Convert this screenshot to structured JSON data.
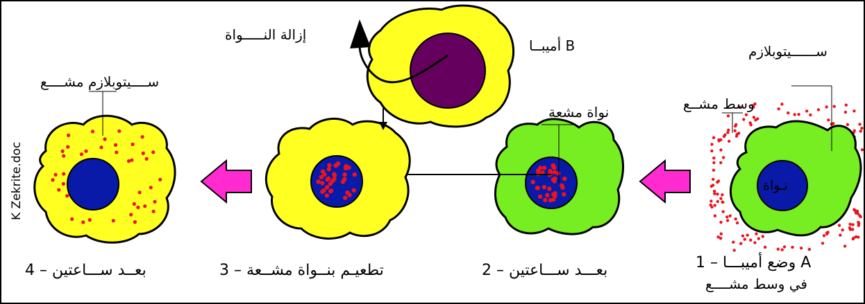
{
  "labels": {
    "cytoplasm": "ســــــيتوبلازم",
    "radioactive_medium": "وسط مشــع",
    "nucleus_inside": "نـواة",
    "radioactive_nucleus": "نواة  مشعة",
    "amoeba_b": "أميبــا  B",
    "nucleus_removal": "إزالة النـــــواة",
    "radioactive_cytoplasm": "ســــيتوبلازم مشــــع",
    "file_name": "K Zekrite.doc"
  },
  "steps": {
    "step1_line1": "1 – وضع أميبـــا  A",
    "step1_line2": "في وسط مشــــع",
    "step2": "2 – بعـــد ســـاعتين",
    "step3": "3 – تطعيـم بنــواة مشــعة",
    "step4": "4 – بعــد ســـاعتين"
  },
  "colors": {
    "green_cell": "#77ee22",
    "yellow_cell": "#ffff22",
    "nucleus_blue": "#0a1aa8",
    "nucleus_purple": "#66005e",
    "radioactive_dots": "#e8141e",
    "arrow_magenta": "#ff2ad0",
    "outline": "#000000"
  }
}
